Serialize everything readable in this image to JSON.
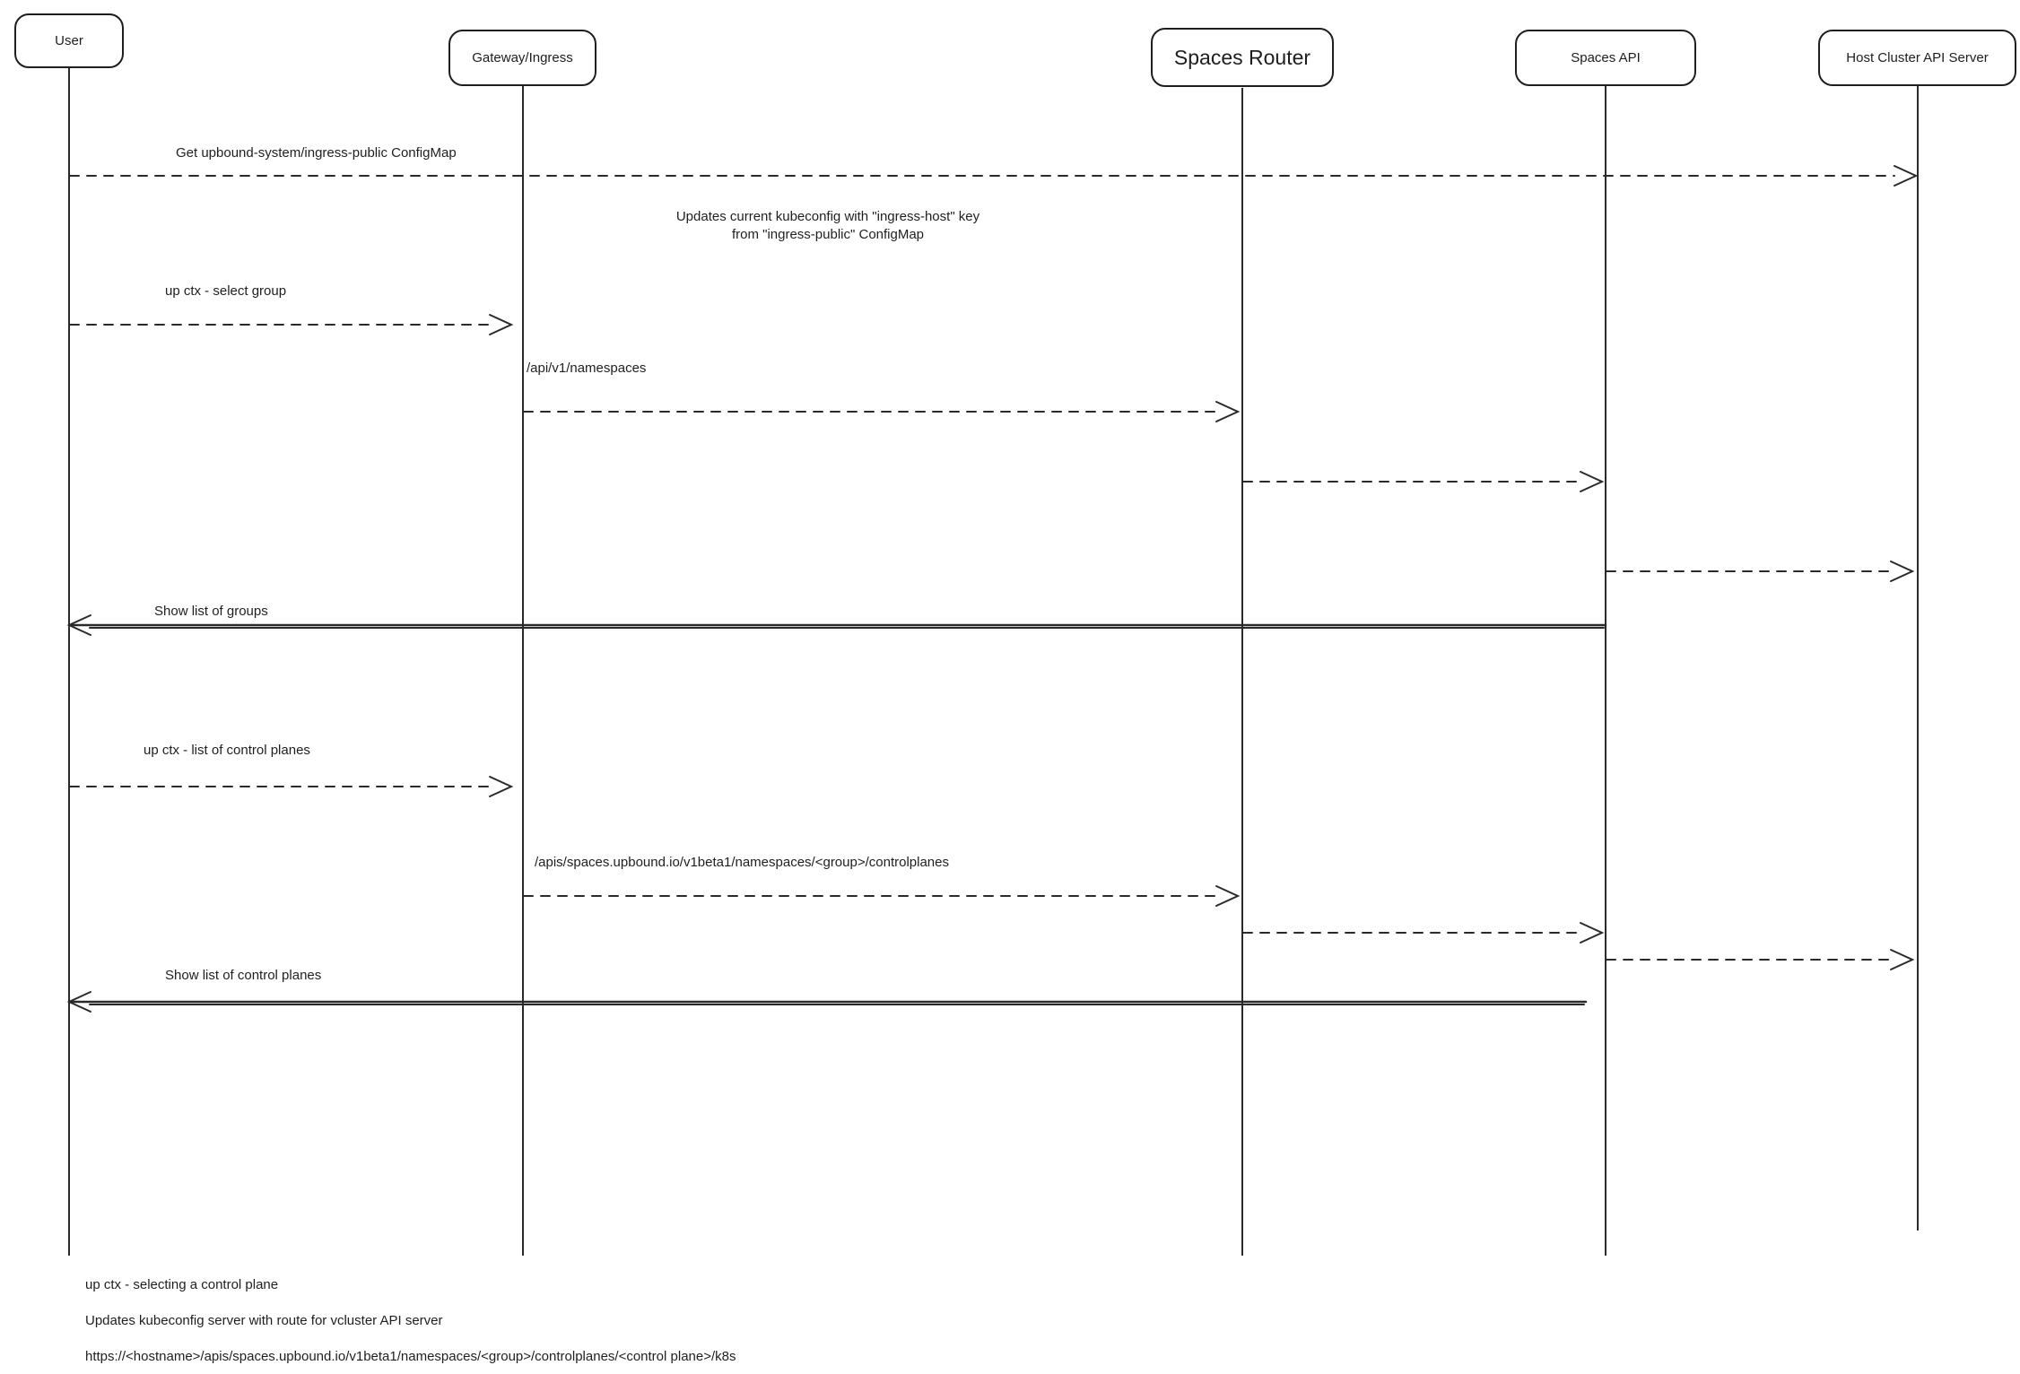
{
  "canvas": {
    "background": "#ffffff",
    "stroke_color": "#1e1e1e",
    "solid_return_shadow_color": "#b8b8b8"
  },
  "actors": [
    {
      "label": "User"
    },
    {
      "label": "Gateway/Ingress"
    },
    {
      "label": "Spaces Router"
    },
    {
      "label": "Spaces API"
    },
    {
      "label": "Host Cluster API Server"
    }
  ],
  "messages": {
    "get_configmap": "Get upbound-system/ingress-public ConfigMap",
    "updates_kubeconfig_line1": "Updates current kubeconfig with \"ingress-host\" key",
    "updates_kubeconfig_line2": "from \"ingress-public\" ConfigMap",
    "select_group": "up ctx - select group",
    "api_namespaces": "/api/v1/namespaces",
    "show_groups": "Show list of groups",
    "list_control_planes": "up ctx - list of control planes",
    "apis_controlplanes": "/apis/spaces.upbound.io/v1beta1/namespaces/<group>/controlplanes",
    "show_control_planes": "Show list of control planes"
  },
  "notes": {
    "line1": "up ctx - selecting a control plane",
    "line2": "Updates kubeconfig server with route for vcluster API server",
    "line3": "https://<hostname>/apis/spaces.upbound.io/v1beta1/namespaces/<group>/controlplanes/<control plane>/k8s"
  }
}
